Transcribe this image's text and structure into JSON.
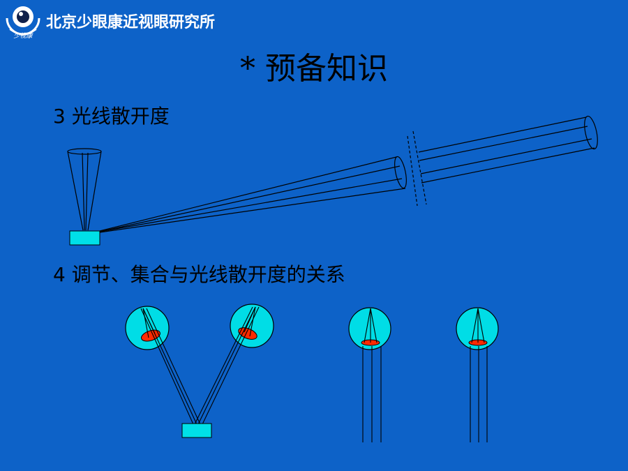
{
  "header": {
    "institute_name": "北京少眼康近视眼研究所",
    "logo_text": "少视康"
  },
  "slide": {
    "title": "* 预备知识",
    "section3": "3 光线散开度",
    "section4": "4 调节、集合与光线散开度的关系"
  },
  "colors": {
    "background": "#0d62c8",
    "object_block": "#00e0e8",
    "eye": "#00dde6",
    "lens": "#ff2a00",
    "line": "#000000"
  }
}
